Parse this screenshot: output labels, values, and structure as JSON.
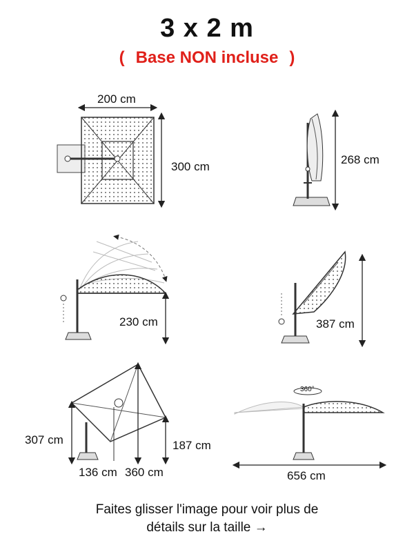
{
  "header": {
    "title": "3 x 2 m",
    "subtitle_open": "(",
    "subtitle_text": "Base NON incluse",
    "subtitle_close": ")",
    "subtitle_color": "#e0201a"
  },
  "dimensions": {
    "top_width": "200 cm",
    "top_length": "300 cm",
    "folded_height": "268 cm",
    "tilt_height": "230 cm",
    "vertical_tilt_height": "387 cm",
    "full_height": "307 cm",
    "canopy_edge_height": "187 cm",
    "pole_offset": "136 cm",
    "diagonal": "360 cm",
    "rotation": "360°",
    "swing_span": "656 cm"
  },
  "footer": {
    "line1": "Faites glisser l'image pour voir plus de",
    "line2": "détails sur la taille →"
  }
}
